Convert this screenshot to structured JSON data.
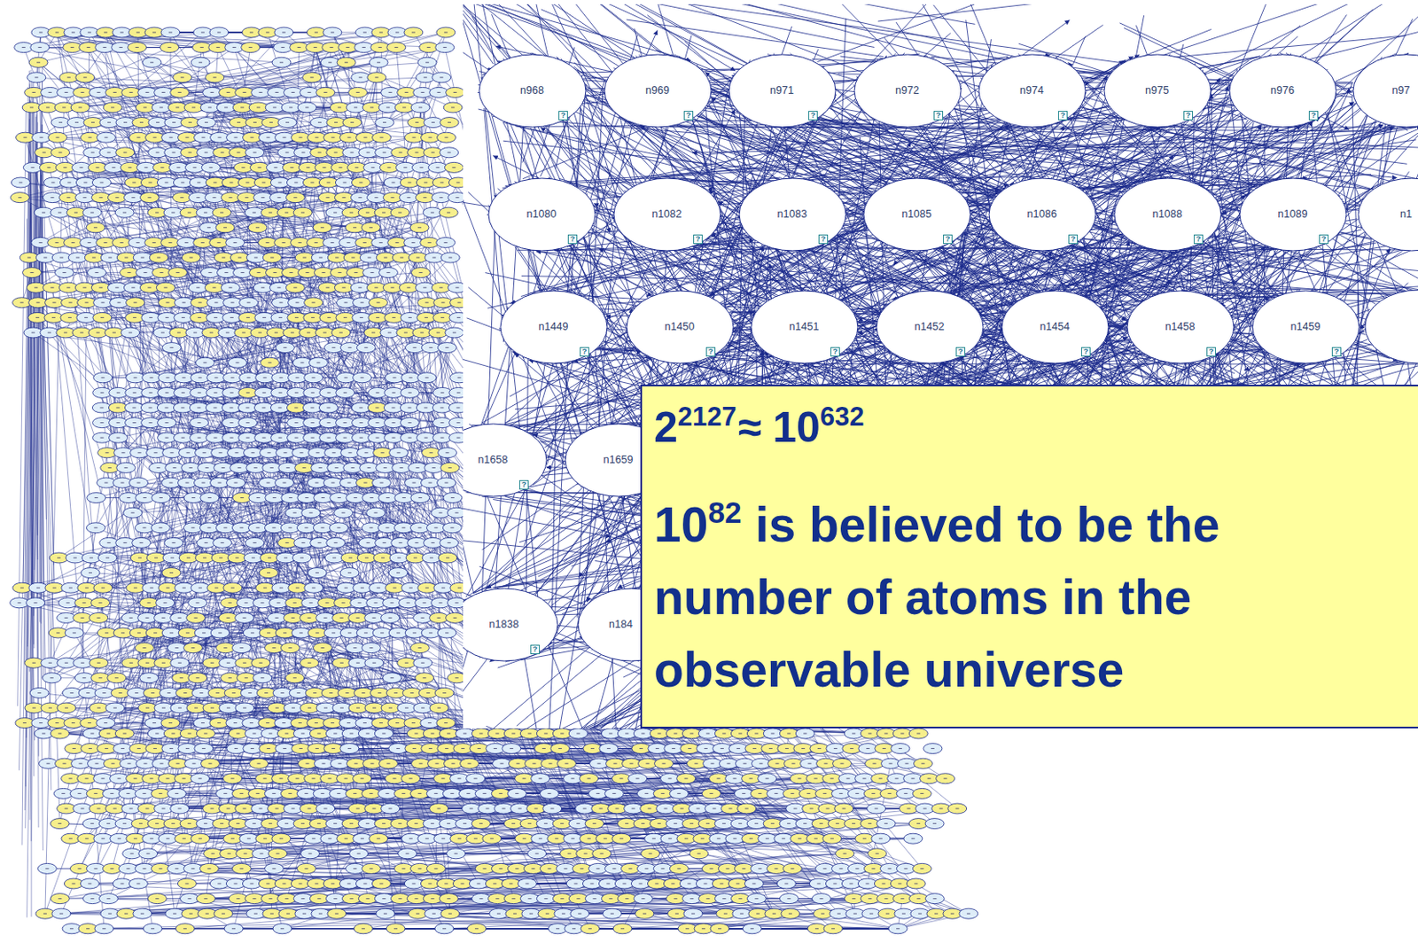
{
  "diagram": {
    "nodes": [
      {
        "text": [
          "n968",
          "?"
        ]
      },
      {
        "text": [
          "n969",
          "?"
        ]
      },
      {
        "text": [
          "n971",
          "?"
        ]
      },
      {
        "text": [
          "n972",
          "?"
        ]
      },
      {
        "text": [
          "n974",
          "?"
        ]
      },
      {
        "text": [
          "n975",
          "?"
        ]
      },
      {
        "text": [
          "n976",
          "?"
        ]
      },
      {
        "text": [
          "n97"
        ]
      },
      {
        "text": [
          "n1080",
          "?"
        ]
      },
      {
        "text": [
          "n1082",
          "?"
        ]
      },
      {
        "text": [
          "n1083",
          "?"
        ]
      },
      {
        "text": [
          "n1085",
          "?"
        ]
      },
      {
        "text": [
          "n1086",
          "?"
        ]
      },
      {
        "text": [
          "n1088",
          "?"
        ]
      },
      {
        "text": [
          "n1089",
          "?"
        ]
      },
      {
        "text": [
          "n1"
        ]
      },
      {
        "text": [
          "n1449",
          "?"
        ]
      },
      {
        "text": [
          "n1450",
          "?"
        ]
      },
      {
        "text": [
          "n1451",
          "?"
        ]
      },
      {
        "text": [
          "n1452",
          "?"
        ]
      },
      {
        "text": [
          "n1454",
          "?"
        ]
      },
      {
        "text": [
          "n1458",
          "?"
        ]
      },
      {
        "text": [
          "n1459",
          "?"
        ]
      },
      {
        "text": [
          "n1658",
          "?"
        ]
      },
      {
        "text": [
          "n1659"
        ]
      },
      {
        "text": [
          "2",
          "2127",
          "≈",
          "10",
          "632",
          "10",
          "82",
          "is believed to be the number of atoms in the observable universe"
        ]
      },
      {
        "text": [
          "n1838",
          "?"
        ]
      },
      {
        "text": [
          "n184"
        ]
      }
    ]
  }
}
